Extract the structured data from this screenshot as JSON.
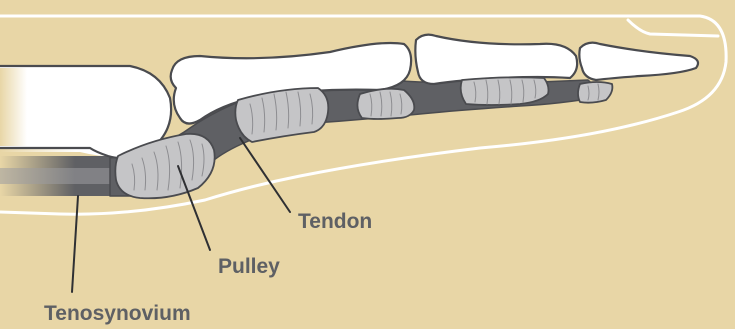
{
  "diagram": {
    "labels": {
      "tendon": "Tendon",
      "pulley": "Pulley",
      "tenosynovium": "Tenosynovium"
    },
    "colors": {
      "background": "#e8d6a6",
      "bone": "#ffffff",
      "outline": "#4a4b4f",
      "tendon": "#5f6064",
      "pulley": "#c5c5c7",
      "skin_outline": "#ffffff",
      "label_text": "#5e6064"
    }
  }
}
